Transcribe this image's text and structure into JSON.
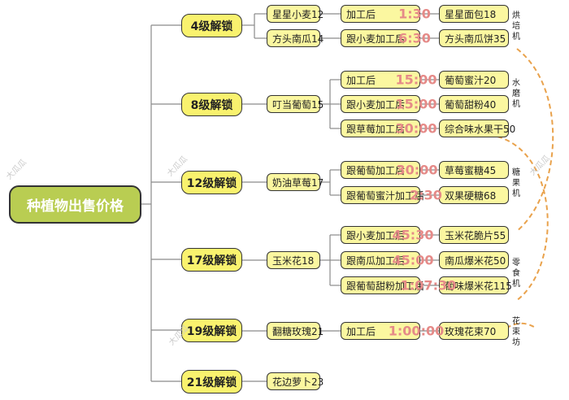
{
  "root": "种植物出售价格",
  "levels": [
    "4级解锁",
    "8级解锁",
    "12级解锁",
    "17级解锁",
    "19级解锁",
    "21级解锁"
  ],
  "plants": [
    "星星小麦12",
    "方头南瓜14",
    "叮当葡萄15",
    "奶油草莓17",
    "玉米花18",
    "翻糖玫瑰21",
    "花边萝卜23"
  ],
  "processes": [
    {
      "method": "加工后",
      "time": "1:30",
      "product": "星星面包18"
    },
    {
      "method": "跟小麦加工后",
      "time": "6:30",
      "product": "方头南瓜饼35"
    },
    {
      "method": "加工后",
      "time": "15:00",
      "product": "葡萄蜜汁20"
    },
    {
      "method": "跟小麦加工后",
      "time": "15:00",
      "product": "葡萄甜粉40"
    },
    {
      "method": "跟草莓加工后",
      "time": "30:00",
      "product": "综合味水果干50"
    },
    {
      "method": "跟葡萄加工后",
      "time": "30:00",
      "product": "草莓蜜糖45"
    },
    {
      "method": "跟葡萄蜜汁加工后",
      "time": "2:30",
      "product": "双果硬糖68"
    },
    {
      "method": "跟小麦加工后",
      "time": "45:30",
      "product": "玉米花脆片55"
    },
    {
      "method": "跟南瓜加工后",
      "time": "45:00",
      "product": "南瓜爆米花50"
    },
    {
      "method": "跟葡萄甜粉加工后",
      "time": "1:07:30",
      "product": "葡味爆米花115"
    },
    {
      "method": "加工后",
      "time": "1:00:00",
      "product": "玫瑰花束70"
    }
  ],
  "machines": [
    "烘培机",
    "水磨机",
    "糖果机",
    "零食机",
    "花束坊"
  ],
  "watermarks": [
    "大瓜瓜",
    "大瓜瓜",
    "大瓜瓜",
    "大瓜瓜"
  ]
}
